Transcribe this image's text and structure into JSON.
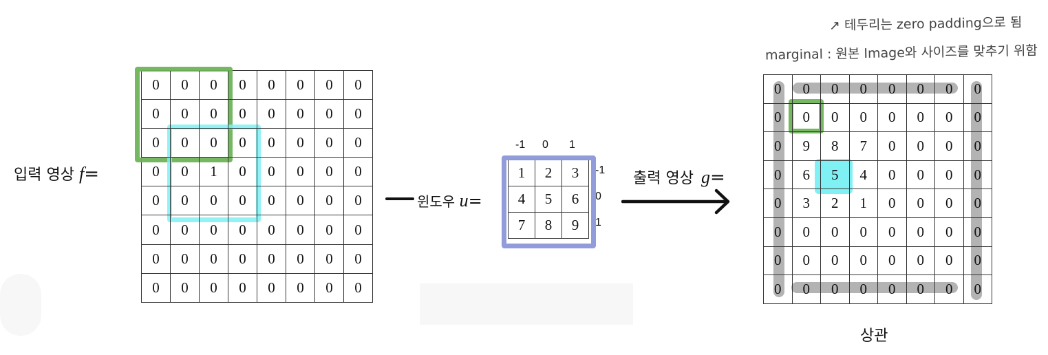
{
  "labels": {
    "input": "입력 영상",
    "input_var": "f",
    "window": "윈도우",
    "window_var": "u",
    "output": "출력 영상",
    "output_var": "g",
    "equals": "=",
    "caption": "상관"
  },
  "annotations": {
    "line1": "↗ 테두리는 zero padding으로 됨",
    "line2": "marginal : 원본 Image와 사이즈를 맞추기 위함"
  },
  "input_matrix": [
    [
      "0",
      "0",
      "0",
      "0",
      "0",
      "0",
      "0",
      "0"
    ],
    [
      "0",
      "0",
      "0",
      "0",
      "0",
      "0",
      "0",
      "0"
    ],
    [
      "0",
      "0",
      "0",
      "0",
      "0",
      "0",
      "0",
      "0"
    ],
    [
      "0",
      "0",
      "1",
      "0",
      "0",
      "0",
      "0",
      "0"
    ],
    [
      "0",
      "0",
      "0",
      "0",
      "0",
      "0",
      "0",
      "0"
    ],
    [
      "0",
      "0",
      "0",
      "0",
      "0",
      "0",
      "0",
      "0"
    ],
    [
      "0",
      "0",
      "0",
      "0",
      "0",
      "0",
      "0",
      "0"
    ],
    [
      "0",
      "0",
      "0",
      "0",
      "0",
      "0",
      "0",
      "0"
    ]
  ],
  "window_matrix": [
    [
      "1",
      "2",
      "3"
    ],
    [
      "4",
      "5",
      "6"
    ],
    [
      "7",
      "8",
      "9"
    ]
  ],
  "window_col_indices": [
    "-1",
    "0",
    "1"
  ],
  "window_row_indices": [
    "-1",
    "0",
    "1"
  ],
  "output_matrix": [
    [
      "0",
      "0",
      "0",
      "0",
      "0",
      "0",
      "0",
      "0"
    ],
    [
      "0",
      "0",
      "0",
      "0",
      "0",
      "0",
      "0",
      "0"
    ],
    [
      "0",
      "9",
      "8",
      "7",
      "0",
      "0",
      "0",
      "0"
    ],
    [
      "0",
      "6",
      "5",
      "4",
      "0",
      "0",
      "0",
      "0"
    ],
    [
      "0",
      "3",
      "2",
      "1",
      "0",
      "0",
      "0",
      "0"
    ],
    [
      "0",
      "0",
      "0",
      "0",
      "0",
      "0",
      "0",
      "0"
    ],
    [
      "0",
      "0",
      "0",
      "0",
      "0",
      "0",
      "0",
      "0"
    ],
    [
      "0",
      "0",
      "0",
      "0",
      "0",
      "0",
      "0",
      "0"
    ]
  ],
  "highlight_colors": {
    "green": "#6fb35a",
    "cyan": "#7ff0f3",
    "blue": "#8c97d9",
    "gray": "#9a9a9a"
  }
}
